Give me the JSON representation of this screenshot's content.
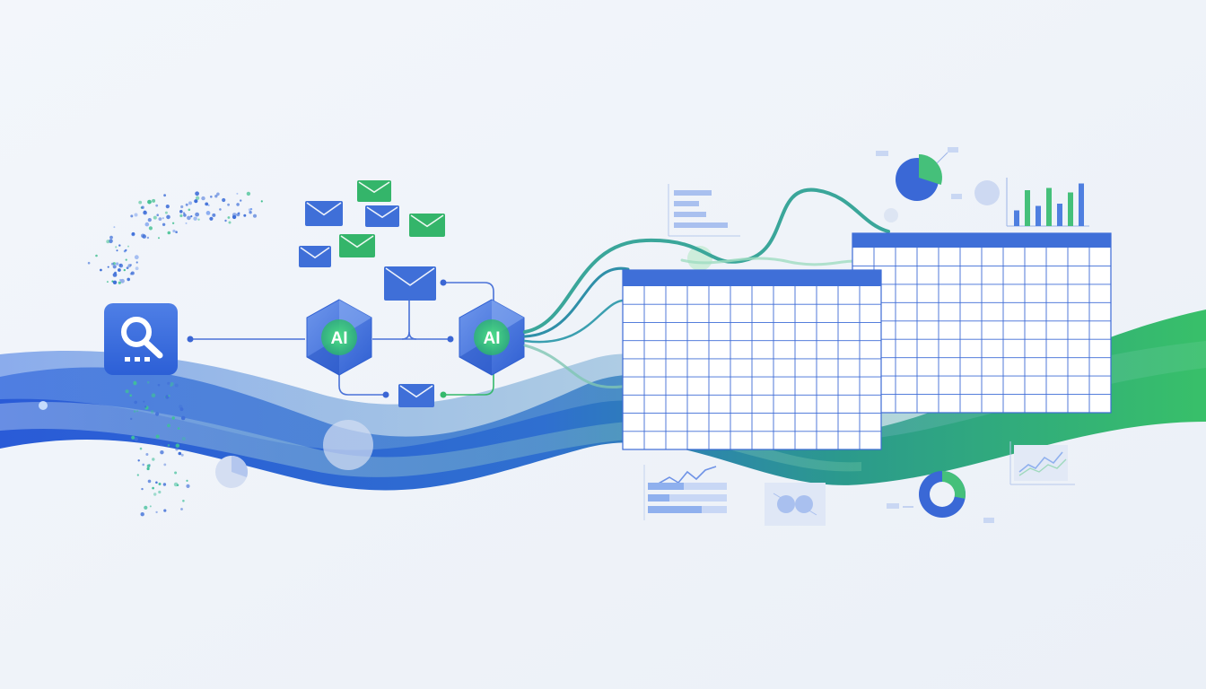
{
  "nodes": {
    "ai_node_1": {
      "label": "AI"
    },
    "ai_node_2": {
      "label": "AI"
    }
  },
  "colors": {
    "background": "#eef2f8",
    "brand_blue": "#3f6fd8",
    "deep_blue": "#2a5bd7",
    "brand_green": "#34b56a",
    "teal": "#2aa58f",
    "grid_line": "#3d6bd6"
  },
  "icons": {
    "search_tile": "magnifier-icon",
    "message": "envelope-icon",
    "ai_node": "hexagon-ai-icon",
    "mini_charts": [
      "pie-chart-icon",
      "bar-chart-icon",
      "line-chart-icon",
      "donut-chart-icon",
      "horizontal-bar-chart-icon"
    ]
  },
  "visuals": {
    "pie_green_fraction": 0.3,
    "donut_green_fraction": 0.28,
    "mini_bar_levels": [
      0.35,
      0.8,
      0.45,
      0.85,
      0.5,
      0.75,
      0.95
    ]
  }
}
